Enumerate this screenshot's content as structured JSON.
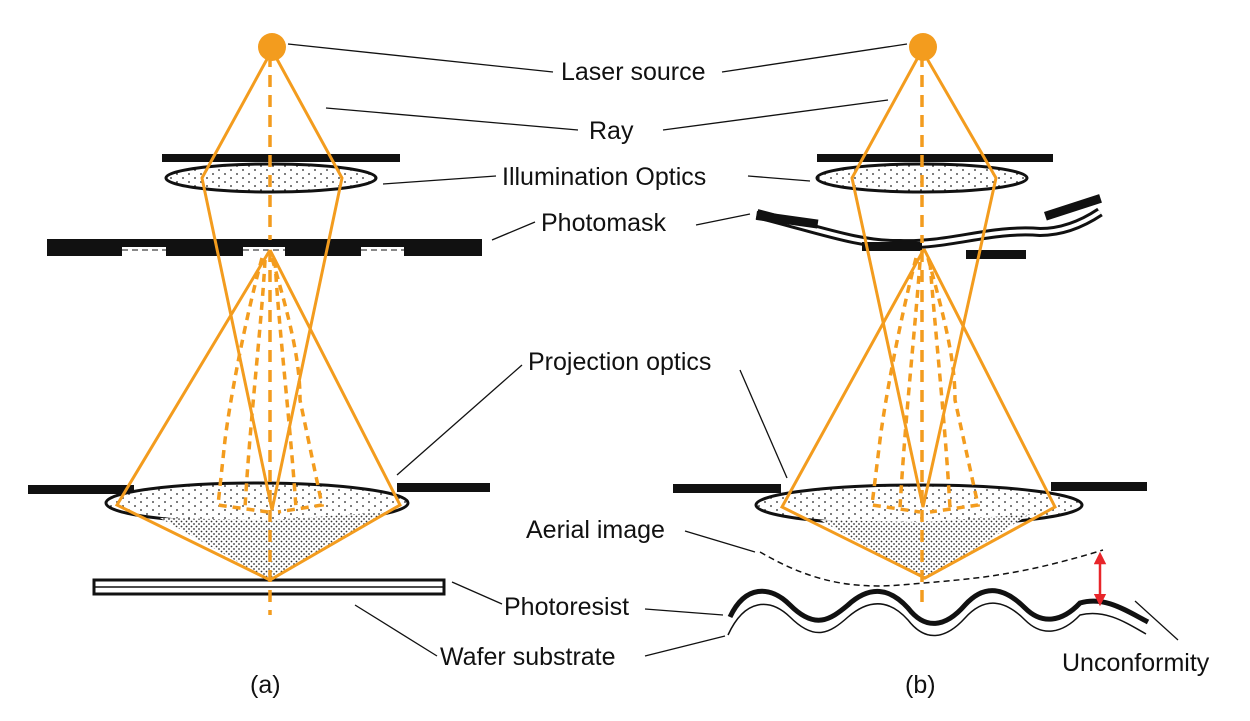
{
  "labels": {
    "laser_source": "Laser source",
    "ray": "Ray",
    "illumination_optics": "Illumination Optics",
    "photomask": "Photomask",
    "projection_optics": "Projection optics",
    "aerial_image": "Aerial image",
    "photoresist": "Photoresist",
    "wafer_substrate": "Wafer substrate",
    "unconformity": "Unconformity"
  },
  "panels": {
    "a": "(a)",
    "b": "(b)"
  },
  "colors": {
    "ray": "#F39C1E",
    "lines": "#111111",
    "arrow": "#E8252A"
  }
}
